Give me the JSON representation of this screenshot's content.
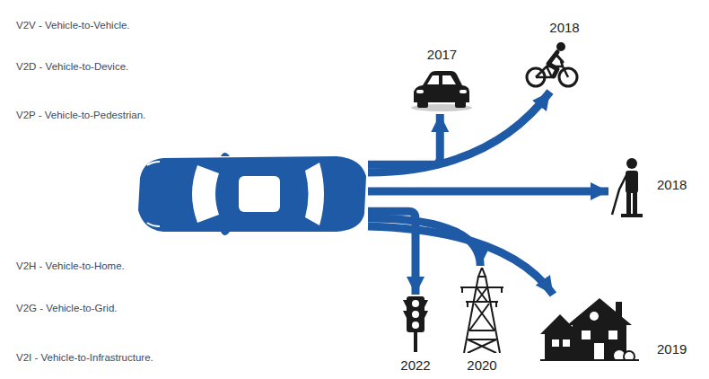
{
  "diagram": {
    "nodes": [
      {
        "text": []
      },
      {
        "text": [
          "2017"
        ]
      },
      {
        "text": [
          "2018"
        ]
      },
      {
        "text": [
          "2018"
        ]
      },
      {
        "text": [
          "2022"
        ]
      },
      {
        "text": [
          "2020"
        ]
      },
      {
        "text": [
          "2019"
        ]
      }
    ],
    "edges": [
      {
        "from": 0,
        "to": 1,
        "arrow": "to"
      },
      {
        "from": 0,
        "to": 2,
        "arrow": "to"
      },
      {
        "from": 0,
        "to": 3,
        "arrow": "to"
      },
      {
        "from": 0,
        "to": 4,
        "arrow": "to"
      },
      {
        "from": 0,
        "to": 5,
        "arrow": "to"
      },
      {
        "from": 0,
        "to": 6,
        "arrow": "to"
      }
    ],
    "labels": [
      "V2V - Vehicle-to-Vehicle.",
      "V2D - Vehicle-to-Device.",
      "V2P - Vehicle-to-Pedestrian.",
      "V2H - Vehicle-to-Home.",
      "V2G - Vehicle-to-Grid.",
      "V2I - Vehicle-to-Infrastructure."
    ]
  }
}
